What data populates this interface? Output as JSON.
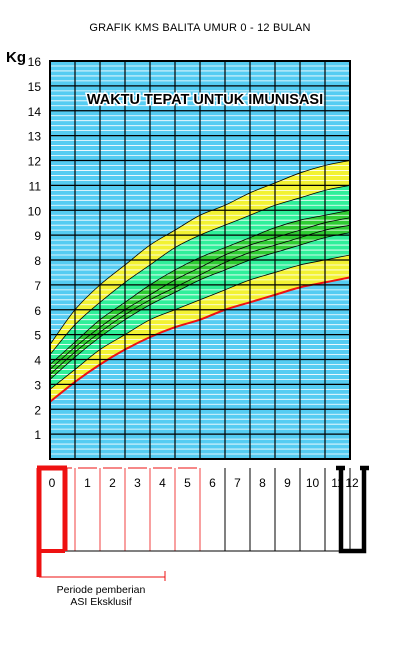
{
  "title": "GRAFIK KMS BALITA UMUR 0 - 12 BULAN",
  "unit_label": "Kg",
  "banner": "WAKTU TEPAT UNTUK IMUNISASI",
  "caption_line1": "Periode pemberian",
  "caption_line2": "ASI Eksklusif",
  "colors": {
    "grid_fill": "#55ccf2",
    "grid_minor": "#ffffff",
    "grid_major": "#000000",
    "yellow_band": "#f2f233",
    "light_green_band": "#2fef9a",
    "dark_green_band": "#2ecc33",
    "lower_curve": "#ee1111",
    "highlight_red": "#ee1111",
    "highlight_black": "#000000"
  },
  "chart_data": {
    "type": "area",
    "title": "GRAFIK KMS BALITA UMUR 0 - 12 BULAN",
    "ylabel": "Kg",
    "xlabel": "",
    "x": [
      0,
      1,
      2,
      3,
      4,
      5,
      6,
      7,
      8,
      9,
      10,
      11,
      12
    ],
    "x_tick_labels": [
      "0",
      "1",
      "2",
      "3",
      "4",
      "5",
      "6",
      "7",
      "8",
      "9",
      "10",
      "11",
      "12"
    ],
    "y_tick_labels": [
      "1",
      "2",
      "3",
      "4",
      "5",
      "6",
      "7",
      "8",
      "9",
      "10",
      "11",
      "12",
      "13",
      "14",
      "15",
      "16"
    ],
    "ylim": [
      0,
      16
    ],
    "xlim": [
      0,
      12
    ],
    "grid": true,
    "minor_grid_step": 0.2,
    "series": [
      {
        "values": [
          2.3,
          3.1,
          3.8,
          4.4,
          4.9,
          5.3,
          5.6,
          6.0,
          6.3,
          6.6,
          6.9,
          7.1,
          7.3
        ]
      },
      {
        "values": [
          2.8,
          3.6,
          4.4,
          5.0,
          5.6,
          6.0,
          6.4,
          6.8,
          7.2,
          7.5,
          7.8,
          8.0,
          8.2
        ]
      },
      {
        "values": [
          3.2,
          4.1,
          4.9,
          5.6,
          6.2,
          6.7,
          7.2,
          7.6,
          8.0,
          8.3,
          8.6,
          8.9,
          9.1
        ]
      },
      {
        "values": [
          3.4,
          4.3,
          5.1,
          5.8,
          6.4,
          6.9,
          7.4,
          7.9,
          8.3,
          8.6,
          8.9,
          9.2,
          9.4
        ]
      },
      {
        "values": [
          3.6,
          4.5,
          5.3,
          6.0,
          6.6,
          7.2,
          7.7,
          8.2,
          8.6,
          8.9,
          9.2,
          9.5,
          9.7
        ]
      },
      {
        "values": [
          3.8,
          4.7,
          5.6,
          6.3,
          7.0,
          7.6,
          8.1,
          8.5,
          8.9,
          9.3,
          9.6,
          9.8,
          10.0
        ]
      },
      {
        "values": [
          4.2,
          5.4,
          6.3,
          7.1,
          7.8,
          8.5,
          9.0,
          9.4,
          9.8,
          10.2,
          10.5,
          10.8,
          11.0
        ]
      },
      {
        "values": [
          4.6,
          6.0,
          7.0,
          7.8,
          8.6,
          9.2,
          9.8,
          10.2,
          10.7,
          11.1,
          11.5,
          11.8,
          12.0
        ]
      }
    ],
    "bands": [
      {
        "color": "yellow",
        "from_series": 0,
        "to_series": 1
      },
      {
        "color": "light-green",
        "from_series": 1,
        "to_series": 2
      },
      {
        "color": "dark-green",
        "from_series": 2,
        "to_series": 5
      },
      {
        "color": "light-green",
        "from_series": 5,
        "to_series": 6
      },
      {
        "color": "yellow",
        "from_series": 6,
        "to_series": 7
      }
    ],
    "highlighted_months": [
      0,
      12
    ]
  }
}
